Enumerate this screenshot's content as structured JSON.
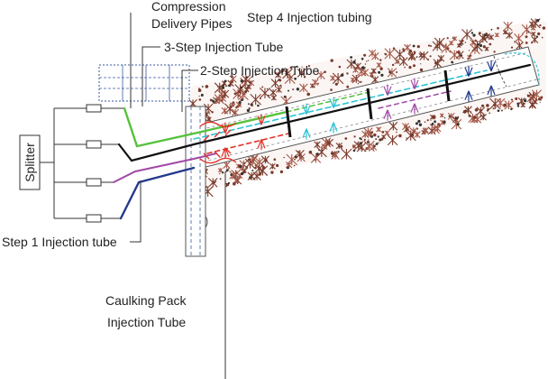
{
  "labels": {
    "compression_line1": "Compression",
    "compression_line2": "Delivery Pipes",
    "step4": "Step 4 Injection tubing",
    "step3": "3-Step Injection Tube",
    "step2": "2-Step Injection Tube",
    "splitter": "Splitter",
    "step1": "Step 1 Injection tube",
    "caulking_line1": "Caulking Pack",
    "caulking_line2": "Injection Tube"
  },
  "colors": {
    "rock": "#7a3a2c",
    "rock_light": "#a55a4a",
    "tube_green": "#55c23a",
    "tube_black": "#111111",
    "tube_purple": "#a04aa6",
    "tube_navy": "#233a8c",
    "tube_cyan": "#2ec4d6",
    "packer_red": "#e0342a",
    "wall": "#3a5aa0",
    "leader": "#333333"
  }
}
